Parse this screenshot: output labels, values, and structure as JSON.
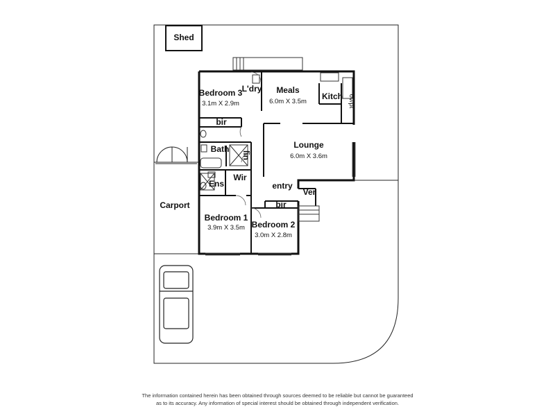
{
  "rooms": {
    "shed": "Shed",
    "bedroom3": {
      "name": "Bedroom 3",
      "size": "3.1m X 2.9m"
    },
    "laundry": "L'dry",
    "meals": {
      "name": "Meals",
      "size": "6.0m X 3.5m"
    },
    "kitchen": "Kitch",
    "ovpt": "ov/pt",
    "bir_top": "bir",
    "bath": "Bath",
    "lin": "lin",
    "lounge": {
      "name": "Lounge",
      "size": "6.0m X 3.6m"
    },
    "wir": "Wir",
    "ens": "Ens",
    "entry": "entry",
    "verandah": "Ver",
    "carport": "Carport",
    "bir_bed2": "bir",
    "bedroom1": {
      "name": "Bedroom 1",
      "size": "3.9m X 3.5m"
    },
    "bedroom2": {
      "name": "Bedroom 2",
      "size": "3.0m X 2.8m"
    }
  },
  "disclaimer": {
    "line1": "The information contained herein has been obtained through sources deemed to be reliable but cannot be guaranteed",
    "line2": "as to its accuracy.  Any information of special interest should be obtained through independent verification."
  }
}
